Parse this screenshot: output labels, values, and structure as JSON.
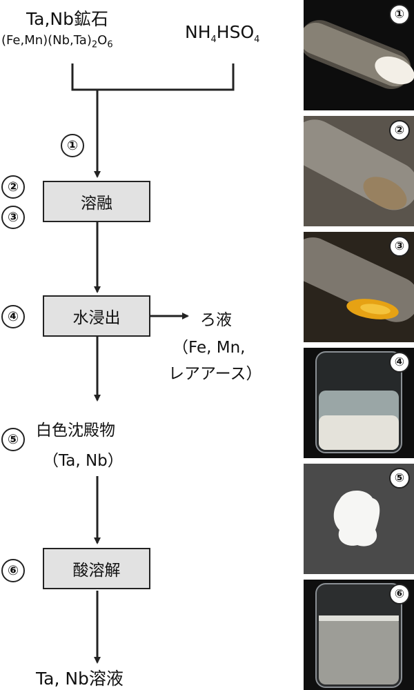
{
  "inputs": {
    "ore_name": "Ta,Nb鉱石",
    "ore_formula": {
      "a": "(Fe,Mn)(Nb,Ta)",
      "sub1": "2",
      "b": "O",
      "sub2": "6"
    },
    "reagent": {
      "a": "NH",
      "sub1": "4",
      "b": "HSO",
      "sub2": "4"
    }
  },
  "steps": {
    "fusion": "溶融",
    "water_leach": "水浸出",
    "acid_dissolve": "酸溶解"
  },
  "filtrate": {
    "label": "ろ液",
    "detail_line1": "（Fe, Mn,",
    "detail_line2": "レアアース）"
  },
  "precipitate": {
    "label": "白色沈殿物",
    "detail": "（Ta, Nb）"
  },
  "product": "Ta, Nb溶液",
  "step_numbers": [
    "①",
    "②",
    "③",
    "④",
    "⑤",
    "⑥"
  ],
  "photos": [
    {
      "badge": "①",
      "description": "test tube with white powder"
    },
    {
      "badge": "②",
      "description": "test tube with brown molten mixture"
    },
    {
      "badge": "③",
      "description": "test tube with orange melt"
    },
    {
      "badge": "④",
      "description": "beaker with white suspension"
    },
    {
      "badge": "⑤",
      "description": "white precipitate on dark surface"
    },
    {
      "badge": "⑥",
      "description": "beaker with clear solution"
    }
  ]
}
